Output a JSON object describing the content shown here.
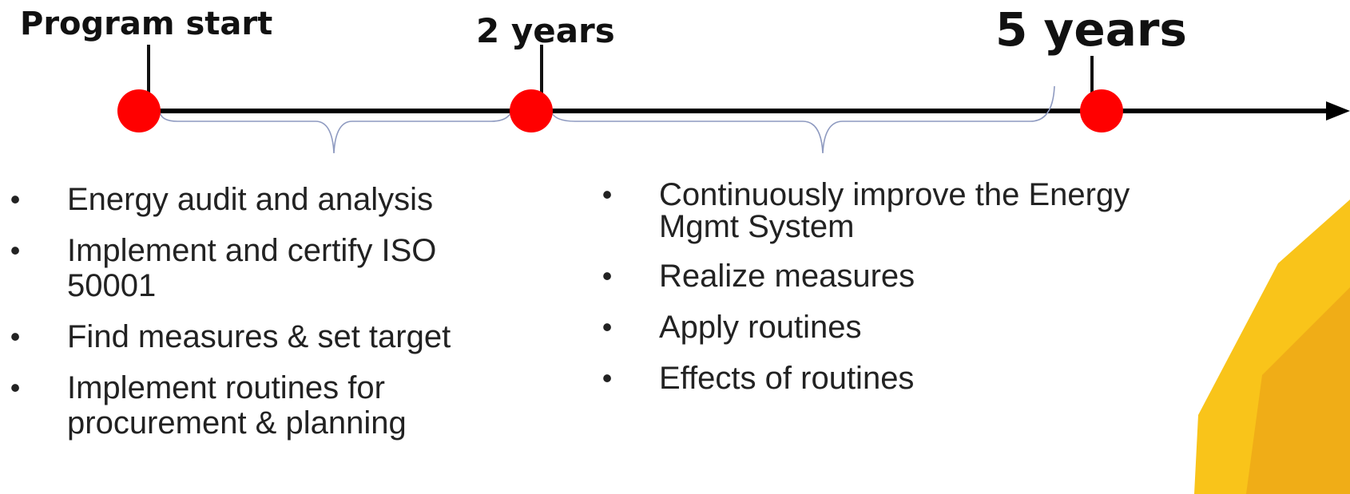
{
  "milestones": {
    "start_label": "Program start",
    "two_years_label": "2 years",
    "five_years_label": "5 years"
  },
  "colors": {
    "milestone_dot": "#ff0000",
    "timeline": "#000000",
    "brace": "#8e9ac0",
    "corner_accent": "#f4b400"
  },
  "phase1": {
    "items": [
      "Energy audit and analysis",
      "Implement and certify ISO 50001",
      "Find measures & set target",
      "Implement routines for procurement & planning"
    ]
  },
  "phase2": {
    "items": [
      "Continuously improve the Energy Mgmt System",
      "Realize measures",
      "Apply routines",
      "Effects of routines"
    ]
  }
}
